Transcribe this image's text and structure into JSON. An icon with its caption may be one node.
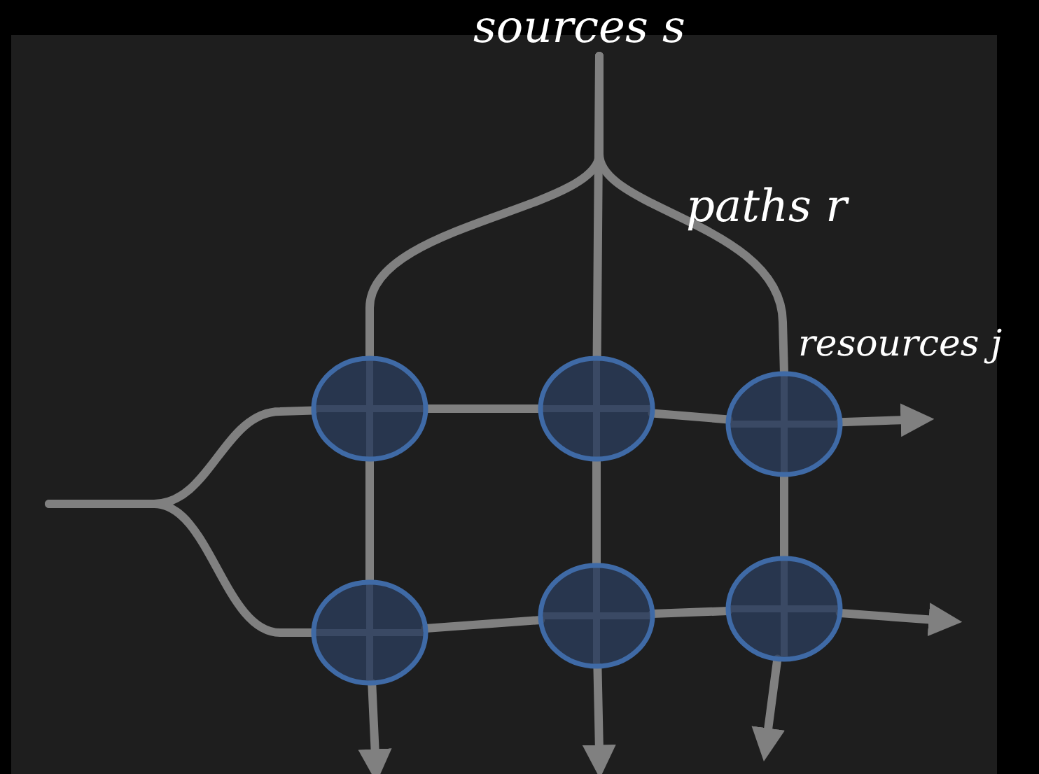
{
  "diagram": {
    "nodes": [
      {
        "text": [],
        "shape": "circle"
      },
      {
        "text": [],
        "shape": "circle"
      },
      {
        "text": [],
        "shape": "circle"
      },
      {
        "text": [],
        "shape": "circle"
      },
      {
        "text": [],
        "shape": "circle"
      },
      {
        "text": [],
        "shape": "circle"
      }
    ],
    "edges": [
      {
        "from": null,
        "to": 0,
        "arrow": "none"
      },
      {
        "from": null,
        "to": 3,
        "arrow": "none"
      },
      {
        "from": null,
        "to": 0,
        "arrow": "none"
      },
      {
        "from": null,
        "to": 1,
        "arrow": "none"
      },
      {
        "from": null,
        "to": 2,
        "arrow": "none"
      },
      {
        "from": 0,
        "to": 1,
        "arrow": "none"
      },
      {
        "from": 1,
        "to": 2,
        "arrow": "none"
      },
      {
        "from": 2,
        "to": null,
        "arrow": "to"
      },
      {
        "from": 3,
        "to": 4,
        "arrow": "none"
      },
      {
        "from": 4,
        "to": 5,
        "arrow": "none"
      },
      {
        "from": 5,
        "to": null,
        "arrow": "to"
      },
      {
        "from": 0,
        "to": 3,
        "arrow": "none"
      },
      {
        "from": 1,
        "to": 4,
        "arrow": "none"
      },
      {
        "from": 2,
        "to": 5,
        "arrow": "none"
      },
      {
        "from": 3,
        "to": null,
        "arrow": "to"
      },
      {
        "from": 4,
        "to": null,
        "arrow": "to"
      },
      {
        "from": 5,
        "to": null,
        "arrow": "to"
      }
    ],
    "labels": [
      "sources s",
      "paths r",
      "resources j"
    ]
  }
}
